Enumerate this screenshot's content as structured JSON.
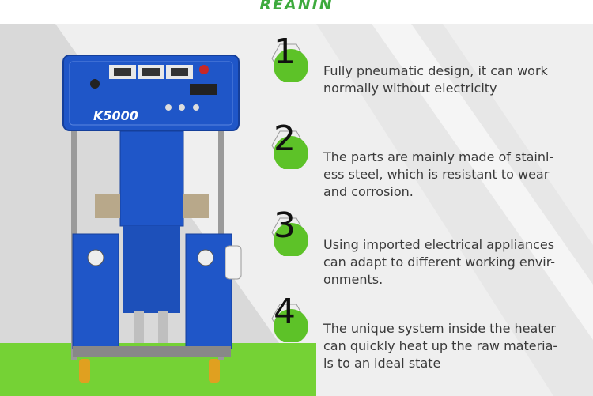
{
  "header": {
    "brand": "REANIN"
  },
  "machine": {
    "model_label": "K5000"
  },
  "features": [
    {
      "number": "1",
      "text": "Fully pneumatic design, it can work\nnormally  without electricity"
    },
    {
      "number": "2",
      "text": "The parts are mainly made of stainl-\ness steel, which is resistant to wear\nand corrosion."
    },
    {
      "number": "3",
      "text": "Using imported electrical appliances\ncan adapt to different working envir-\nonments."
    },
    {
      "number": "4",
      "text": "The unique system inside the heater\ncan quickly heat up the raw materia-\nls to an ideal state"
    }
  ],
  "colors": {
    "brand_green": "#3daa3d",
    "badge_green": "#5dc228",
    "machine_blue": "#1f56c8",
    "floor_green": "#75d235"
  }
}
